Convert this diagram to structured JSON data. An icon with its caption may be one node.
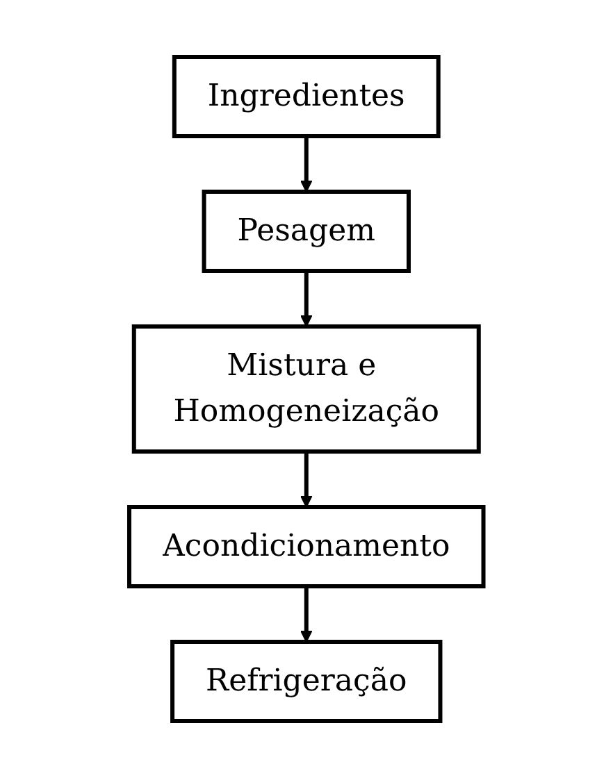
{
  "diagram": {
    "nodes": [
      {
        "text": [
          "Ingredientes"
        ]
      },
      {
        "text": [
          "Pesagem"
        ]
      },
      {
        "text": [
          "Mistura e Homogeneização"
        ]
      },
      {
        "text": [
          "Acondicionamento"
        ]
      },
      {
        "text": [
          "Refrigeração"
        ]
      }
    ],
    "edges": [
      {
        "from": 0,
        "to": 1,
        "arrow": "to"
      },
      {
        "from": 1,
        "to": 2,
        "arrow": "to"
      },
      {
        "from": 2,
        "to": 3,
        "arrow": "to"
      },
      {
        "from": 3,
        "to": 4,
        "arrow": "to"
      }
    ]
  }
}
